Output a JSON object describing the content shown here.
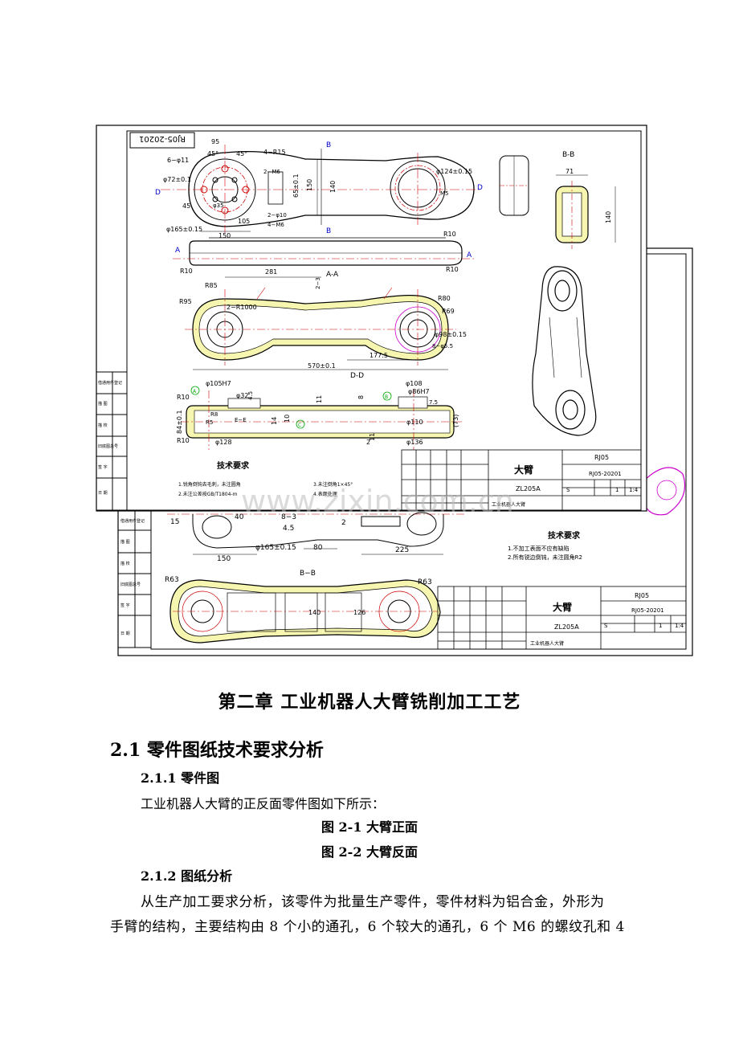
{
  "drawing": {
    "front_sheet": {
      "part_code": "RJ05-20201",
      "labels": {
        "section_b": "B",
        "section_d": "D",
        "section_a": "A",
        "section_aa": "A-A",
        "section_bb": "B-B",
        "section_dd": "D-D",
        "datum_a": "A",
        "datum_b": "B",
        "datum_c": "C"
      },
      "dims": {
        "d1": "95",
        "d2": "45°",
        "d3": "4−R15",
        "d4": "6−φ11",
        "d5": "φ72±0.1",
        "d6": "2−M6",
        "d7": "45",
        "d8": "φ35",
        "d9": "65±0.1",
        "d10": "150",
        "d11": "140",
        "d12": "φ124±0.15",
        "d13": "M5",
        "d14": "105",
        "d15": "2−φ10",
        "d16": "4−M6",
        "d17": "φ165±0.15",
        "d18": "150",
        "d19": "R10",
        "d20": "R10",
        "d21": "281",
        "d22": "R85",
        "d23": "R95",
        "d24": "2−R1000",
        "d25": "R80",
        "d26": "R69",
        "d27": "φ98±0.15",
        "d28": "8−φ5.5",
        "d29": "177.5",
        "d30": "570±0.1",
        "d31": "φ105H7",
        "d32": "φ32",
        "d33": "R10",
        "d34": "R8",
        "d35": "R5",
        "d36": "R10",
        "d37": "84±0.1",
        "d38": "14",
        "d39": "10",
        "d40": "11",
        "d41": "φ128",
        "d42": "φ108",
        "d43": "φ86H7",
        "d44": "φ110",
        "d45": "7.5",
        "d46": "(73)",
        "d47": "φ136",
        "d48": "11",
        "d49": "2",
        "d50": "8",
        "d51": "71",
        "d52": "140",
        "d53": "4.5",
        "d54": "2−3",
        "d55": "E−E"
      },
      "tech_req_title": "技术要求",
      "tech_req_items": [
        "1.锐角倒钝去毛刺，未注圆角",
        "2.未注公差按GB/T1804-m",
        "3.未注倒角1×45°",
        "4.表面处理"
      ],
      "title_block": {
        "part_name": "大臂",
        "drawing_no": "RJ05",
        "code": "RJ05-20201",
        "material": "ZL205A",
        "scale": "1:4",
        "qty": "1",
        "sheet": "S",
        "unit": "工业机器人大臂"
      },
      "side_panel": [
        "借通用件登记",
        "描 图",
        "描 校",
        "旧底图总号",
        "签 字",
        "日 期"
      ]
    },
    "back_sheet": {
      "dims": {
        "d1": "15",
        "d2": "40",
        "d3": "8−3",
        "d4": "4.5",
        "d5": "2",
        "d6": "φ165±0.15",
        "d7": "150",
        "d8": "80",
        "d9": "225",
        "d10": "R63",
        "d11": "R63",
        "d12": "140",
        "d13": "126"
      },
      "section_bb": "B−B",
      "tech_req_title": "技术要求",
      "tech_req_items": [
        "1.不加工表面不应有缺陷",
        "2.所有锐边倒钝，未注圆角R2"
      ],
      "title_block": {
        "part_name": "大臂",
        "drawing_no": "RJ05",
        "code": "RJ05-20201",
        "material": "ZL205A",
        "scale": "1:4",
        "qty": "1",
        "sheet": "S",
        "unit": "工业机器人大臂"
      },
      "side_panel": [
        "借通用件登记",
        "描 图",
        "描 校",
        "旧底图总号",
        "签 字",
        "日 期"
      ]
    },
    "watermark": "www.zixin.com.cn"
  },
  "document": {
    "chapter_title": "第二章  工业机器人大臂铣削加工工艺",
    "section_title": "2.1 零件图纸技术要求分析",
    "sub1_title": "2.1.1 零件图",
    "sub1_text": "工业机器人大臂的正反面零件图如下所示：",
    "fig1_caption": "图 2-1  大臂正面",
    "fig2_caption": "图 2-2  大臂反面",
    "sub2_title": "2.1.2 图纸分析",
    "body_line1": "从生产加工要求分析，该零件为批量生产零件，零件材料为铝合金，外形为",
    "body_line2": "手臂的结构，主要结构由 8 个小的通孔，6 个较大的通孔，6 个 M6 的螺纹孔和 4"
  }
}
